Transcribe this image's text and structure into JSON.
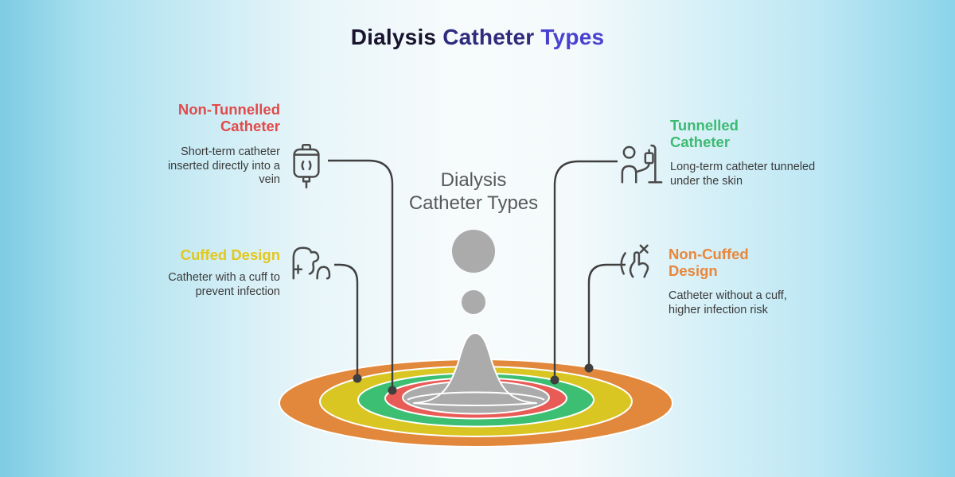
{
  "title": {
    "word1": "Dialysis",
    "word2": "Catheter",
    "word3": "Types",
    "color1": "#18142e",
    "color2": "#2f2b7d",
    "color3": "#4942d1"
  },
  "center": {
    "label_line1": "Dialysis",
    "label_line2": "Catheter Types",
    "text_color": "#58585a",
    "droplet_color": "#ababab"
  },
  "sections": [
    {
      "id": "non-tunnelled",
      "title": "Non-Tunnelled Catheter",
      "description": "Short-term catheter inserted directly into a vein",
      "color": "#e14b4b",
      "icon": "iv-bag-icon"
    },
    {
      "id": "tunnelled",
      "title": "Tunnelled Catheter",
      "description": "Long-term catheter tunneled under the skin",
      "color": "#3dbb72",
      "icon": "patient-iv-pole-icon"
    },
    {
      "id": "cuffed",
      "title": "Cuffed Design",
      "description": "Catheter with a cuff to prevent infection",
      "color": "#e3c71f",
      "icon": "chest-catheter-icon"
    },
    {
      "id": "non-cuffed",
      "title": "Non-Cuffed Design",
      "description": "Catheter without a cuff, higher infection risk",
      "color": "#e8873b",
      "icon": "hand-risk-icon"
    }
  ],
  "splash": {
    "connector_color": "#3f3f3f",
    "rings": [
      {
        "name": "outer-orange-ring",
        "color": "#e1883c"
      },
      {
        "name": "yellow-ring",
        "color": "#d9c623"
      },
      {
        "name": "green-ring",
        "color": "#3cbf72"
      },
      {
        "name": "red-ring",
        "color": "#e85b56"
      },
      {
        "name": "gray-center",
        "color": "#ababab"
      }
    ]
  }
}
